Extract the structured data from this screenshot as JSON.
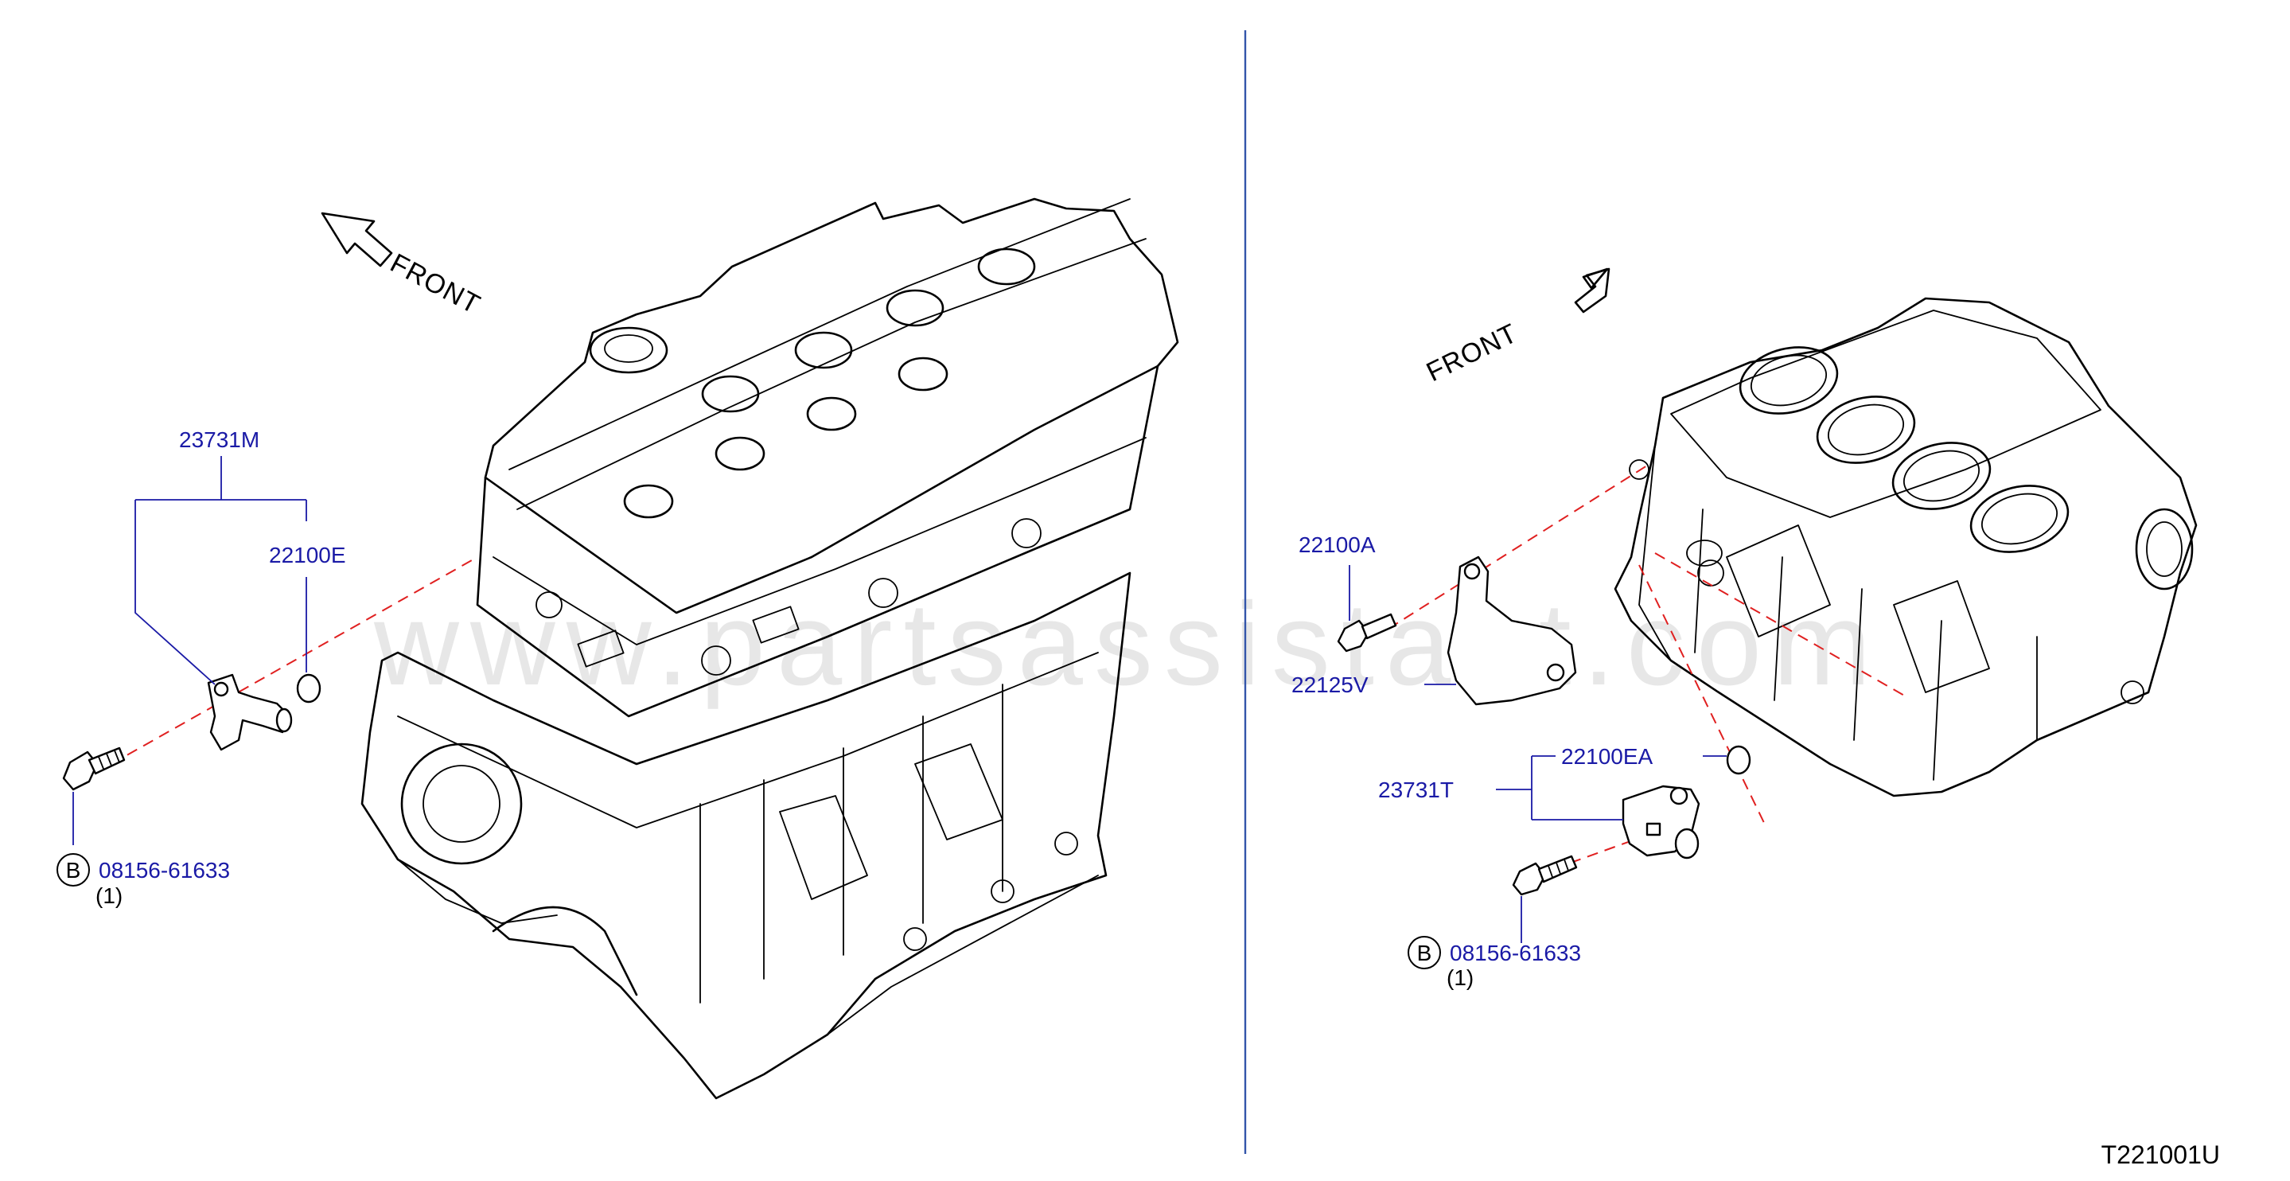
{
  "watermark": "www.partsassistant.com",
  "drawing_code": "T221001U",
  "left_view": {
    "front_label": "FRONT",
    "labels": {
      "sensor": "23731M",
      "oring": "22100E",
      "bolt_circle": "B",
      "bolt": "08156-61633",
      "bolt_qty": "(1)"
    }
  },
  "right_view": {
    "front_label": "FRONT",
    "labels": {
      "bolt_a": "22100A",
      "bracket": "22125V",
      "oring": "22100EA",
      "sensor": "23731T",
      "bolt_circle": "B",
      "bolt": "08156-61633",
      "bolt_qty": "(1)"
    }
  },
  "colors": {
    "part_number": "#1a1aa6",
    "leader_line": "#1a1aa6",
    "divider": "#3355aa",
    "hidden_line": "#e02020",
    "drawing": "#000000"
  }
}
